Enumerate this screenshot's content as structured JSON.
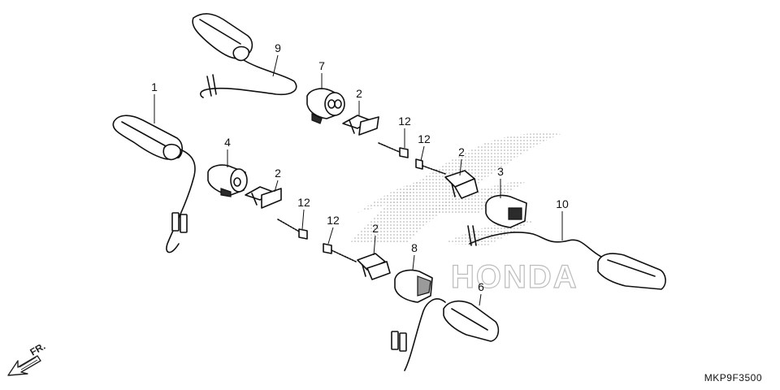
{
  "diagram": {
    "code": "MKP9F3500",
    "direction_label": "FR.",
    "watermark_text": "HONDA"
  },
  "callouts": [
    {
      "label": "1",
      "part": "front-right-winker"
    },
    {
      "label": "2",
      "part": "winker-stay-a"
    },
    {
      "label": "2",
      "part": "winker-stay-b"
    },
    {
      "label": "2",
      "part": "winker-stay-c"
    },
    {
      "label": "2",
      "part": "winker-stay-d"
    },
    {
      "label": "3",
      "part": "rubber-mount-c"
    },
    {
      "label": "4",
      "part": "rubber-mount-a"
    },
    {
      "label": "6",
      "part": "rear-right-winker"
    },
    {
      "label": "7",
      "part": "rubber-mount-b"
    },
    {
      "label": "8",
      "part": "rubber-mount-d"
    },
    {
      "label": "9",
      "part": "front-left-winker"
    },
    {
      "label": "10",
      "part": "rear-left-winker"
    },
    {
      "label": "12",
      "part": "bolt-a"
    },
    {
      "label": "12",
      "part": "bolt-b"
    },
    {
      "label": "12",
      "part": "bolt-c"
    },
    {
      "label": "12",
      "part": "bolt-d"
    }
  ],
  "colors": {
    "line": "#111111",
    "watermark": "#b5b5b5",
    "background": "#ffffff"
  }
}
